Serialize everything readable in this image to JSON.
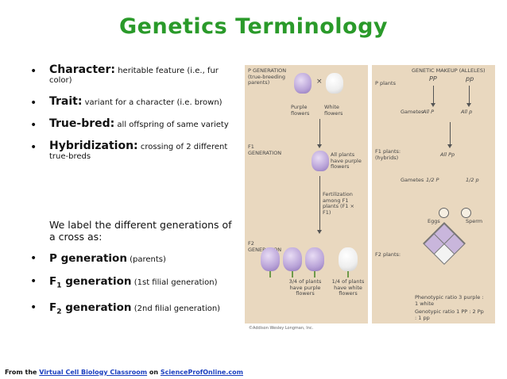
{
  "title": "Genetics Terminology",
  "bullets": [
    {
      "term": "Character:",
      "desc": "heritable feature (i.e., fur color)"
    },
    {
      "term": "Trait:",
      "desc": "variant for a character (i.e. brown)"
    },
    {
      "term": "True-bred:",
      "desc": "all offspring of same variety"
    },
    {
      "term": "Hybridization:",
      "desc": "crossing of 2 different true-breds"
    }
  ],
  "note": "We label the different generations of a cross as:",
  "generations": [
    {
      "prefix": "P",
      "sub": "",
      "word": "generation",
      "desc": "(parents)"
    },
    {
      "prefix": "F",
      "sub": "1",
      "word": "generation",
      "desc": "(1st filial generation)"
    },
    {
      "prefix": "F",
      "sub": "2",
      "word": "generation",
      "desc": "(2nd filial generation)"
    }
  ],
  "footer": {
    "prefix": "From the",
    "link1": "Virtual Cell Biology Classroom",
    "middle": "on",
    "link2": "ScienceProfOnline.com"
  },
  "figure": {
    "left": {
      "p_gen": "P GENERATION (true-breeding parents)",
      "cross": "×",
      "purple": "Purple flowers",
      "white": "White flowers",
      "f1_gen": "F1 GENERATION",
      "f1_desc": "All plants have purple flowers",
      "fert": "Fertilization among F1 plants (F1 × F1)",
      "f2_gen": "F2 GENERATION",
      "f2_purple": "3/4 of plants have purple flowers",
      "f2_white": "1/4 of plants have white flowers"
    },
    "right": {
      "header": "GENETIC MAKEUP (ALLELES)",
      "pp1": "PP",
      "pp2": "pp",
      "p_plants": "P plants",
      "gametes": "Gametes",
      "allP": "All P",
      "allp": "All p",
      "f1_plants": "F1 plants: (hybrids)",
      "allPp": "All Pp",
      "gametes2": "Gametes",
      "halfP": "1/2 P",
      "halfp": "1/2 p",
      "eggs": "Eggs",
      "sperm": "Sperm",
      "f2_plants": "F2 plants:",
      "pheno": "Phenotypic ratio 3 purple : 1 white",
      "geno": "Genotypic ratio 1 PP : 2 Pp : 1 pp"
    },
    "copyright": "©Addison Wesley Longman, Inc."
  }
}
